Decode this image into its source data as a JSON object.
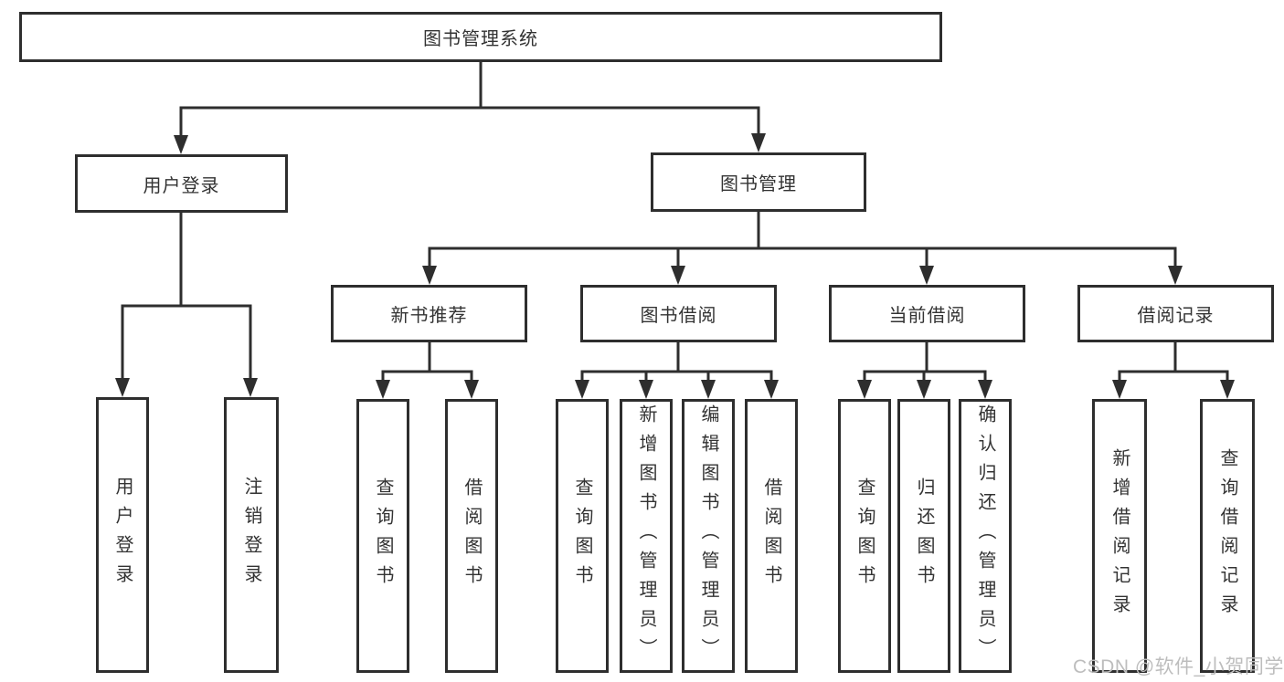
{
  "diagram": {
    "root": "图书管理系统",
    "level2": [
      "用户登录",
      "图书管理"
    ],
    "level3": [
      "新书推荐",
      "图书借阅",
      "当前借阅",
      "借阅记录"
    ],
    "login_children": [
      "用户登录",
      "注销登录"
    ],
    "recommend_children": [
      "查询图书",
      "借阅图书"
    ],
    "borrow_children": [
      "查询图书",
      "新增图书（管理员）",
      "编辑图书（管理员）",
      "借阅图书"
    ],
    "current_children": [
      "查询图书",
      "归还图书",
      "确认归还（管理员）"
    ],
    "records_children": [
      "新增借阅记录",
      "查询借阅记录"
    ]
  },
  "watermark": {
    "text": "CSDN @软件_小贺同学"
  },
  "colors": {
    "line": "#2e2e2e",
    "box_border": "#2e2e2e",
    "text": "#333333",
    "watermark": "#bdbdbd",
    "background": "#ffffff"
  }
}
